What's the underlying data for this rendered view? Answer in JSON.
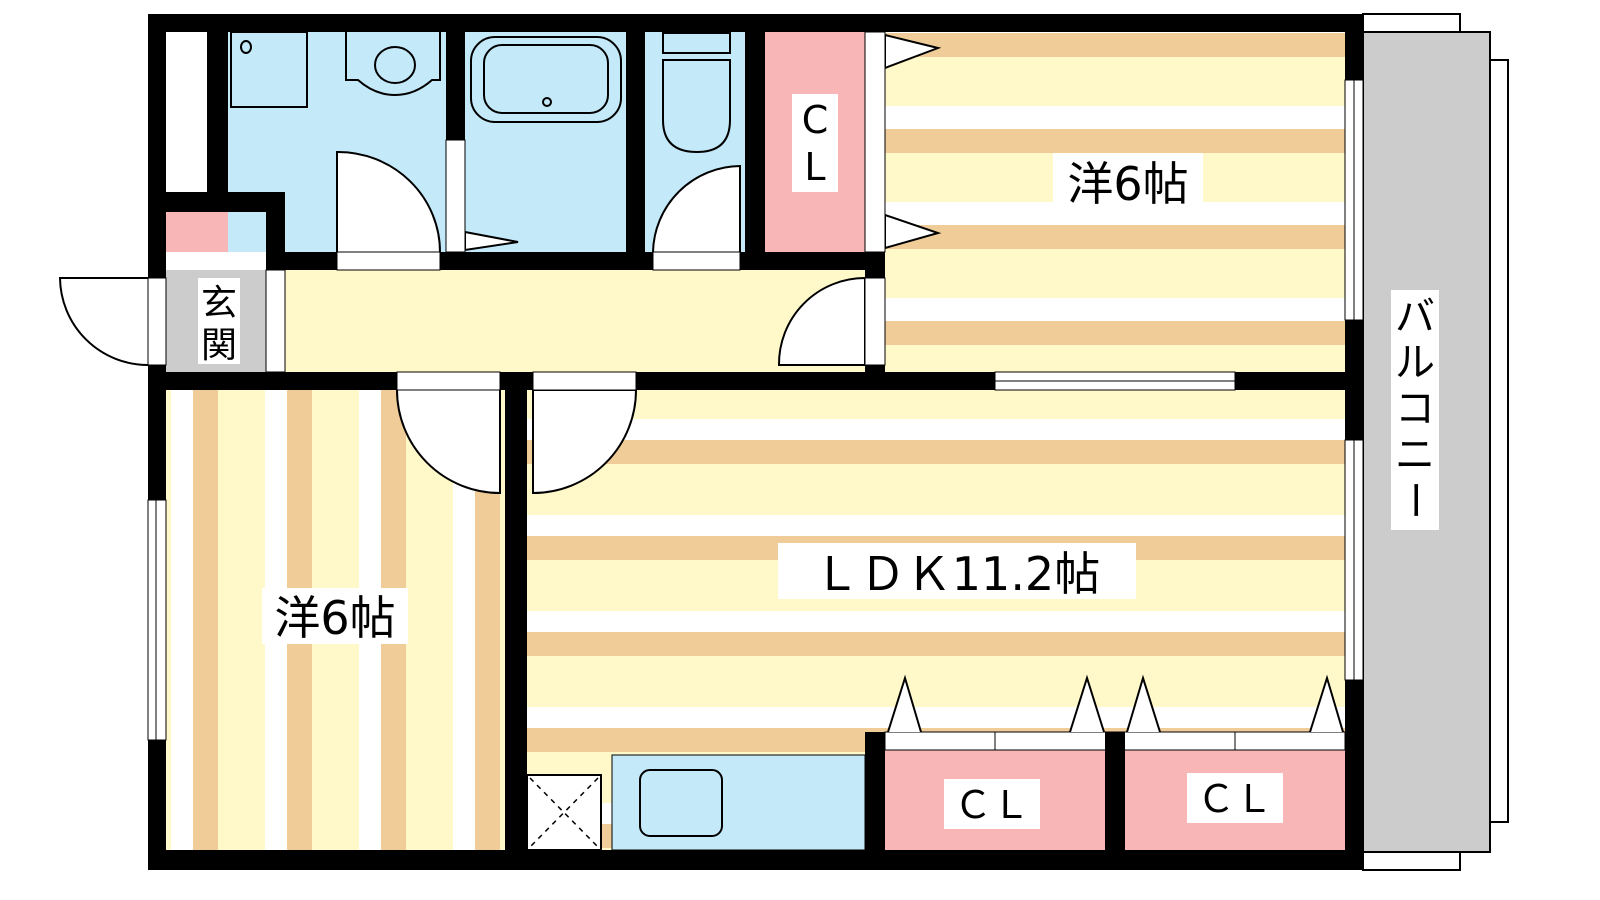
{
  "colors": {
    "wall": "#000000",
    "wet": "#c4e9f9",
    "closet": "#f8b6b6",
    "floor_cream": "#fff8c8",
    "floor_tan": "#f0cd98",
    "entrance": "#cccccc",
    "balcony": "#cccccc"
  },
  "rooms": {
    "western_top": "洋6帖",
    "western_left": "洋6帖",
    "ldk": "ＬＤＫ11.2帖",
    "entrance_1": "玄",
    "entrance_2": "関",
    "closet_top_1": "C",
    "closet_top_2": "L",
    "closet_bottom_1": "ＣＬ",
    "closet_bottom_2": "ＣＬ",
    "balcony": [
      "バ",
      "ル",
      "コ",
      "ニ",
      "ー"
    ]
  }
}
